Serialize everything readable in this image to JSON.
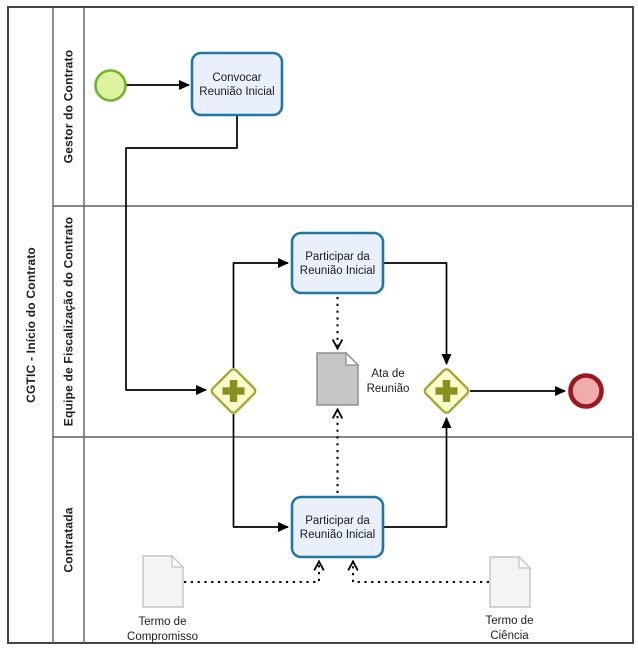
{
  "pool": {
    "label": "CGTIC - Início do Contrato",
    "lanes": [
      {
        "label": "Gestor do Contrato"
      },
      {
        "label": "Equipe de Fiscalização do Contrato"
      },
      {
        "label": "Contratada"
      }
    ]
  },
  "tasks": {
    "convocar": {
      "line1": "Convocar",
      "line2": "Reunião Inicial"
    },
    "participar_fisc": {
      "line1": "Participar da",
      "line2": "Reunião Inicial"
    },
    "participar_contr": {
      "line1": "Participar da",
      "line2": "Reunião Inicial"
    }
  },
  "documents": {
    "ata": {
      "line1": "Ata de",
      "line2": "Reunião"
    },
    "compromisso": {
      "line1": "Termo de",
      "line2": "Compromisso"
    },
    "ciencia": {
      "line1": "Termo de",
      "line2": "Ciência"
    }
  },
  "icons": {
    "gateway_type": "parallel-plus"
  },
  "colors": {
    "task_fill": "#e9effb",
    "task_border": "#1f78a4",
    "start_fill": "#dcf3a0",
    "start_border": "#73b32d",
    "gateway_fill": "#f9fbcd",
    "gateway_border": "#a5a733",
    "gateway_plus": "#8a901e",
    "end_fill": "#f0abad",
    "end_border": "#9c181d",
    "doc_dark_fill": "#c6c6c6",
    "doc_dark_border": "#8f8f8f",
    "doc_light_fill": "#f4f4f4",
    "doc_light_border": "#c4c4c4",
    "flow": "#000000",
    "pool_border": "#454545",
    "lane_border": "#5f5f5f",
    "text": "#1d1d1d"
  }
}
